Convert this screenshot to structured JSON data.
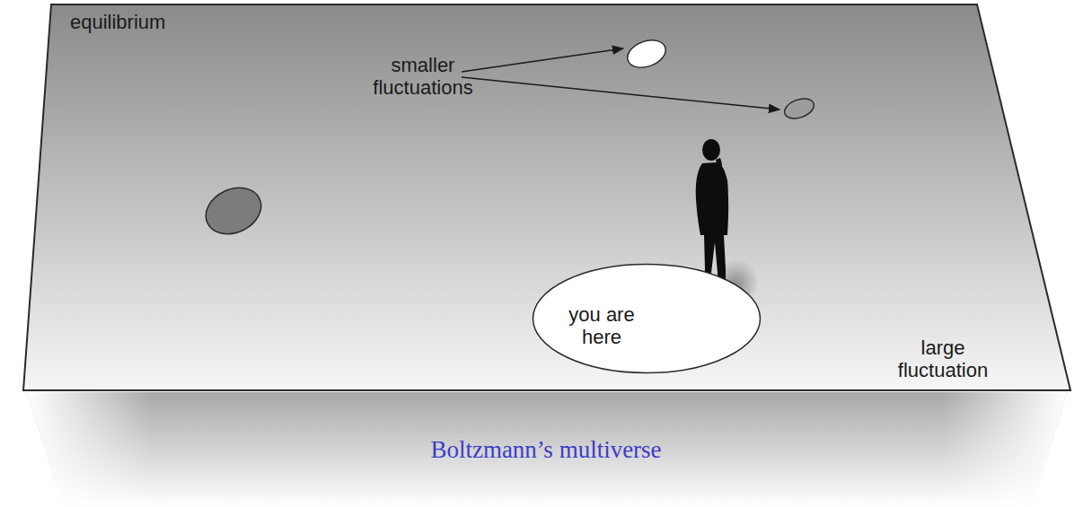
{
  "diagram": {
    "caption": "Boltzmann’s multiverse",
    "nodes": [
      {
        "text": [
          "you are here"
        ]
      }
    ],
    "labels": [
      "equilibrium",
      "smaller fluctuations",
      "large fluctuation"
    ]
  }
}
